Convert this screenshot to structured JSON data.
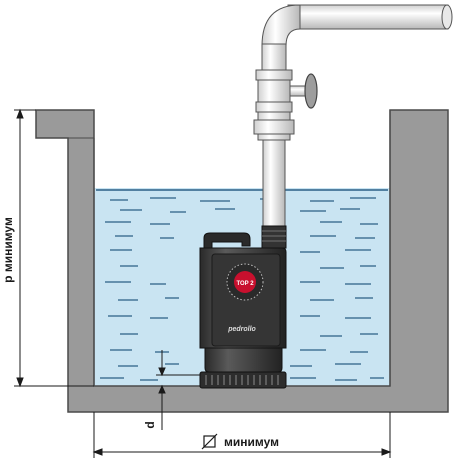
{
  "labels": {
    "p_minimum": "p минимум",
    "d": "d",
    "diameter_minimum": "минимум",
    "pump_brand": "pedrollo",
    "pump_badge": "TOP 2"
  },
  "icons": {
    "diameter": "diameter-symbol-icon"
  },
  "colors": {
    "water": "#c9e4f2",
    "water_line": "#2b5f86",
    "wall": "#9a9a9a",
    "wall_stroke": "#4a4a4a",
    "pipe": "#f2f2f2",
    "pump_body": "#3a3a3a",
    "pump_accent": "#c8102e"
  }
}
